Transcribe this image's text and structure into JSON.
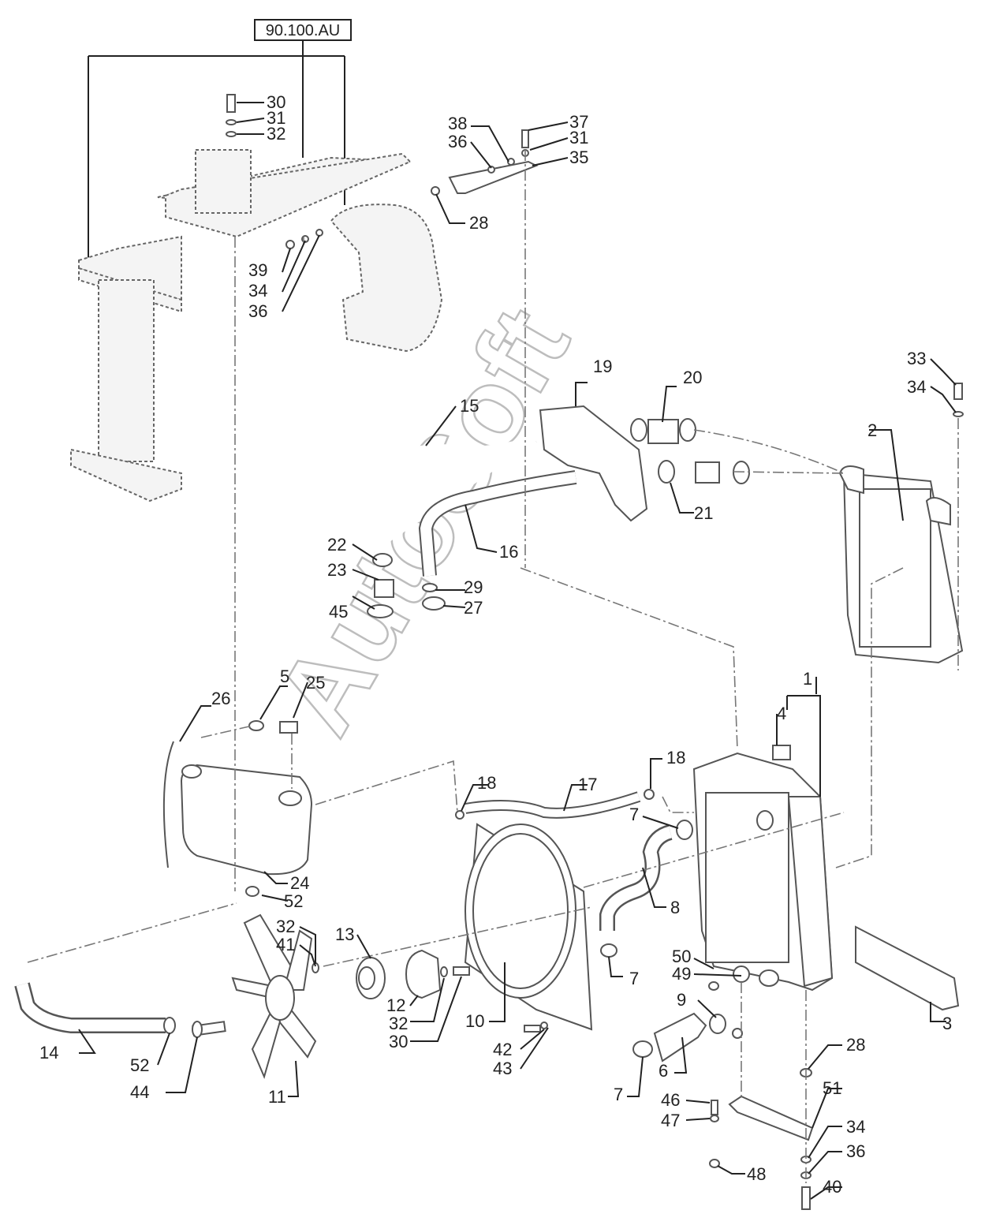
{
  "reference_box": "90.100.AU",
  "watermark": "AutoSoft",
  "callouts": [
    "1",
    "2",
    "3",
    "4",
    "5",
    "6",
    "7",
    "7",
    "7",
    "8",
    "9",
    "10",
    "11",
    "12",
    "13",
    "14",
    "15",
    "16",
    "17",
    "18",
    "18",
    "19",
    "20",
    "21",
    "22",
    "23",
    "24",
    "25",
    "26",
    "27",
    "28",
    "28",
    "29",
    "30",
    "30",
    "31",
    "31",
    "32",
    "32",
    "32",
    "33",
    "34",
    "34",
    "34",
    "35",
    "36",
    "36",
    "36",
    "37",
    "38",
    "39",
    "40",
    "41",
    "42",
    "43",
    "44",
    "45",
    "46",
    "47",
    "48",
    "49",
    "50",
    "51",
    "52",
    "52"
  ],
  "parts": {
    "frame": "support-frame",
    "air_duct": "air-duct",
    "bracket_top": "top-bracket",
    "hose_upper": "hose-15",
    "hose_lower": "hose-16",
    "duct_bracket": "bracket-19",
    "intercooler": "intercooler-2",
    "expansion_tank": "expansion-tank-24",
    "radiator": "radiator-1",
    "shroud": "fan-shroud-10",
    "fan": "fan-11",
    "pulley": "pulley-13",
    "hub": "hub-12",
    "coolant_hose": "hose-8",
    "pipe_17": "pipe-17",
    "pipe_14": "pipe-14",
    "side_bracket": "bracket-3",
    "bottom_bracket": "bracket-51"
  }
}
